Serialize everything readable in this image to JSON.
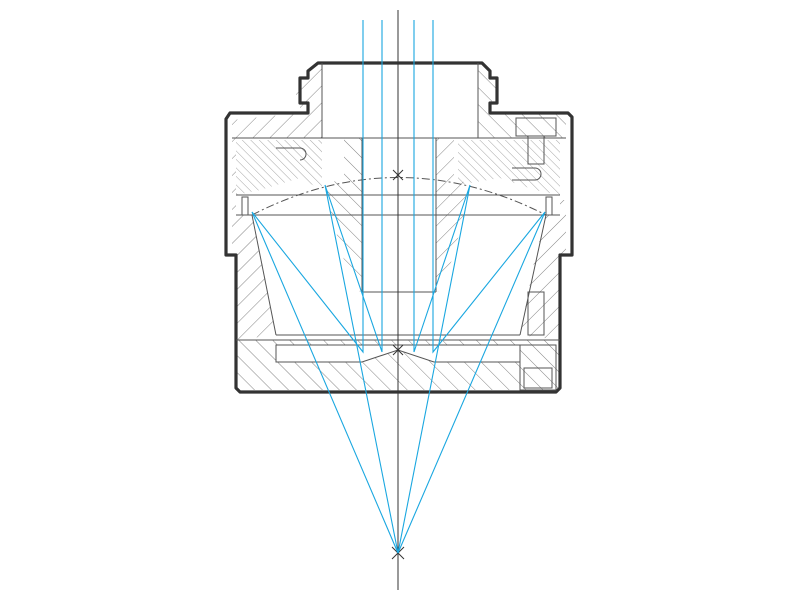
{
  "diagram": {
    "colors": {
      "outline": "#333333",
      "thin_line": "#555555",
      "hatch": "#666666",
      "ray": "#1aa7e0",
      "background": "#ffffff"
    },
    "rays": [
      {
        "entry_side": "left-outer"
      },
      {
        "entry_side": "left-inner"
      },
      {
        "entry_side": "right-inner"
      },
      {
        "entry_side": "right-outer"
      }
    ]
  }
}
